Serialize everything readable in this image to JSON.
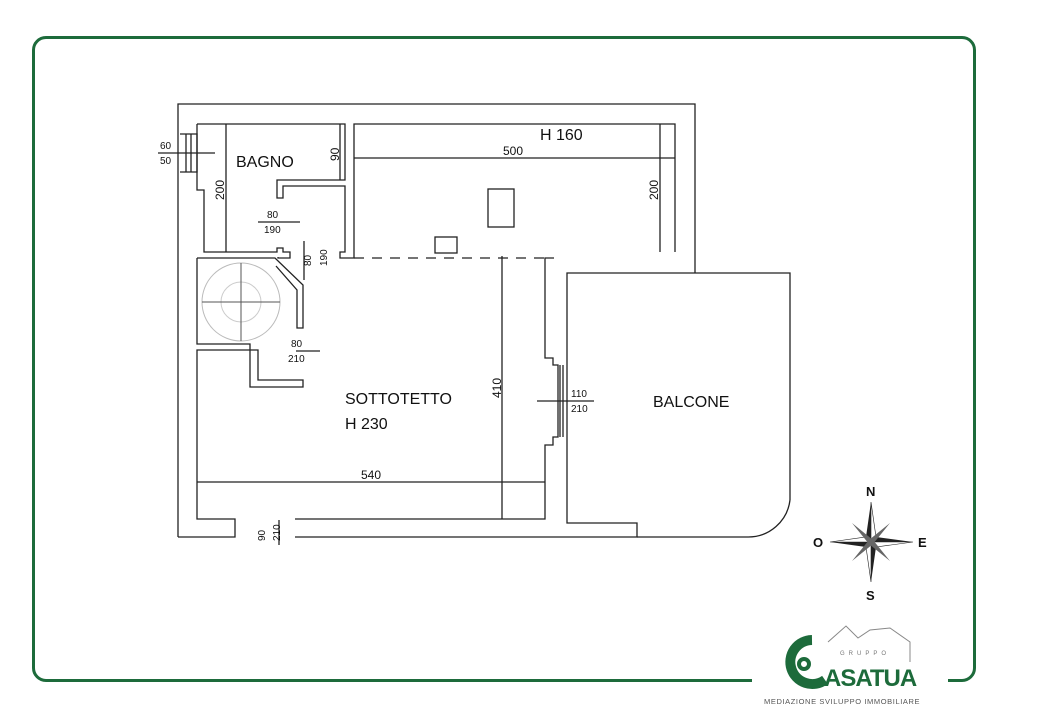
{
  "rooms": {
    "bagno": "BAGNO",
    "sottotetto": "SOTTOTETTO",
    "sottotetto_height": "H 230",
    "balcone": "BALCONE",
    "upper_height": "H 160"
  },
  "dimensions": {
    "upper_width": "500",
    "bagno_depth": "200",
    "upper_depth": "200",
    "bagno_recess": "90",
    "total_depth": "410",
    "total_width": "540",
    "window": {
      "w": "60",
      "h": "50"
    },
    "door_bagno": {
      "w": "80",
      "h": "190"
    },
    "door_upper": {
      "w": "80",
      "h": "190"
    },
    "door_stair": {
      "w": "80",
      "h": "210"
    },
    "door_balcone": {
      "w": "110",
      "h": "210"
    },
    "door_entry": {
      "w": "90",
      "h": "210"
    }
  },
  "compass": {
    "n": "N",
    "s": "S",
    "e": "E",
    "o": "O"
  },
  "logo": {
    "brand": "CASATUA",
    "group": "GRUPPO",
    "tagline": "MEDIAZIONE SVILUPPO IMMOBILIARE",
    "color": "#1d6b3b"
  }
}
